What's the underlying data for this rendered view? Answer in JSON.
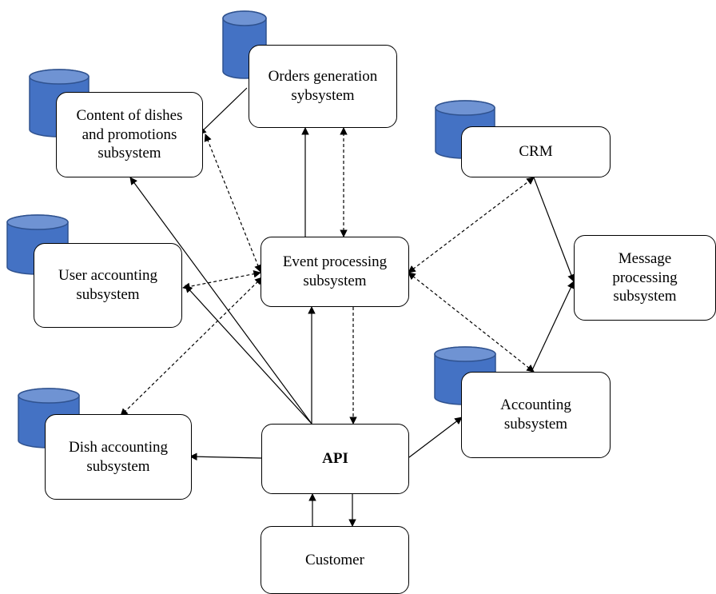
{
  "diagram": {
    "db_color": "#4472C4",
    "db_stroke": "#2F528F",
    "nodes": {
      "content": "Content of dishes\nand promotions\nsubsystem",
      "orders": "Orders generation\nsybsystem",
      "crm": "CRM",
      "user": "User accounting\nsubsystem",
      "event": "Event processing\nsubsystem",
      "message": "Message\nprocessing\nsubsystem",
      "accounting": "Accounting\nsubsystem",
      "dish": "Dish accounting\nsubsystem",
      "api": "API",
      "customer": "Customer"
    }
  }
}
